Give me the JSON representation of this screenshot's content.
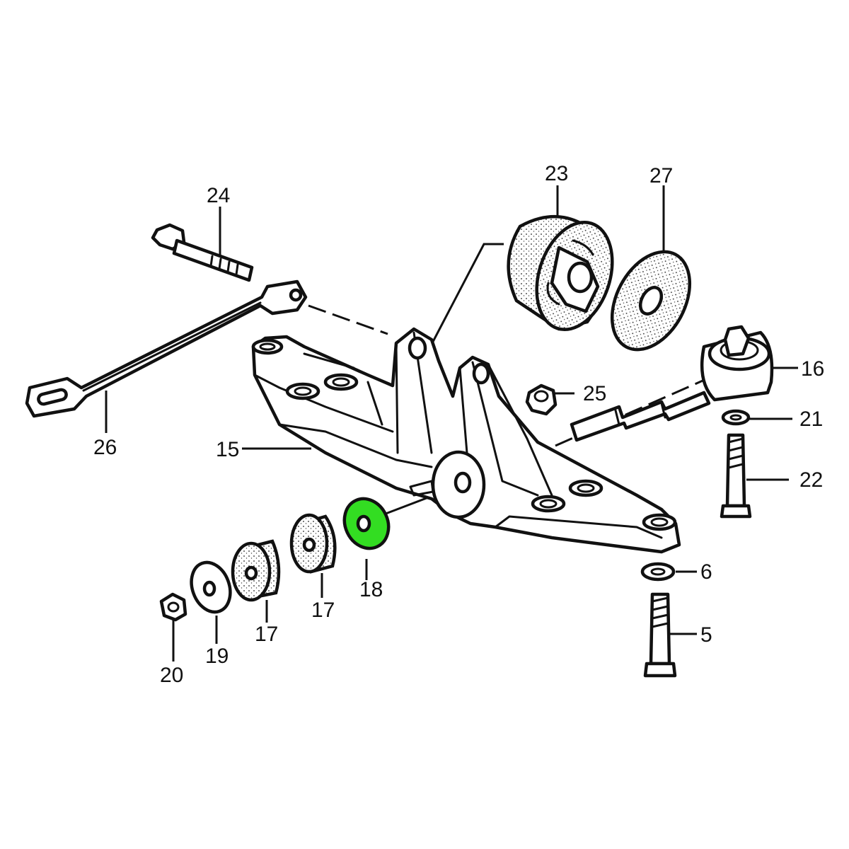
{
  "colors": {
    "line": "#111111",
    "background": "#ffffff",
    "highlight": "#33dd22"
  },
  "highlighted_part": "18",
  "callouts": {
    "c5": "5",
    "c6": "6",
    "c15": "15",
    "c16": "16",
    "c17a": "17",
    "c17b": "17",
    "c18": "18",
    "c19": "19",
    "c20": "20",
    "c21": "21",
    "c22": "22",
    "c23": "23",
    "c24": "24",
    "c25": "25",
    "c26": "26",
    "c27": "27"
  }
}
